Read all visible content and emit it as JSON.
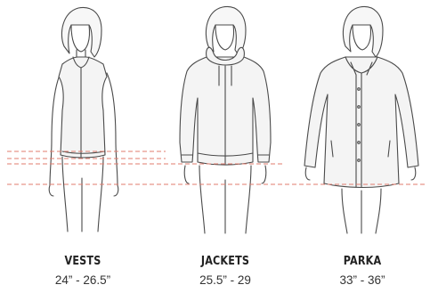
{
  "garments": [
    {
      "name": "VESTS",
      "length_range": "24” - 26.5”"
    },
    {
      "name": "JACKETS",
      "length_range": "25.5” - 29"
    },
    {
      "name": "PARKA",
      "length_range": "33” - 36”"
    }
  ],
  "colors": {
    "outline": "#4a4a4a",
    "garment_fill": "#f4f4f4",
    "measure_line": "#e07b6e",
    "label_text": "#222222"
  }
}
